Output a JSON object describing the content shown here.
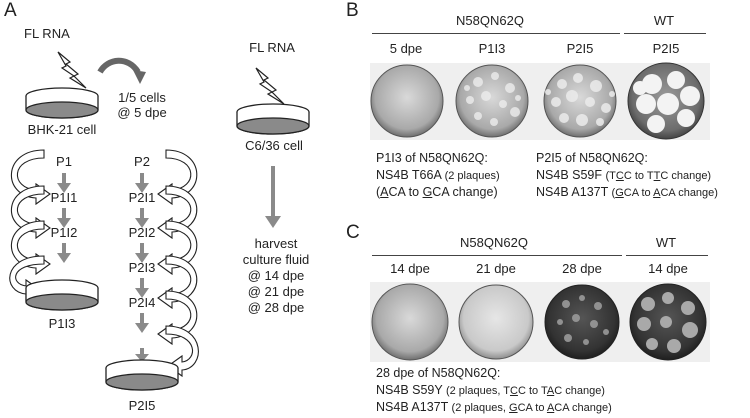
{
  "panels": {
    "a": "A",
    "b": "B",
    "c": "C"
  },
  "panelA": {
    "left_fl": "FL RNA",
    "right_fl": "FL RNA",
    "bhk_label": "BHK-21 cell",
    "transfer_line1": "1/5 cells",
    "transfer_line2": "@ 5 dpe",
    "col1": [
      "P1",
      "P1I1",
      "P1I2"
    ],
    "col1_bottom": "P1I3",
    "col2": [
      "P2",
      "P2I1",
      "P2I2",
      "P2I3",
      "P2I4"
    ],
    "col2_bottom": "P2I5",
    "c636_label": "C6/36 cell",
    "harvest": [
      "harvest",
      "culture fluid",
      "@ 14 dpe",
      "@ 21 dpe",
      "@ 28 dpe"
    ]
  },
  "panelB": {
    "group_mut": "N58QN62Q",
    "group_wt": "WT",
    "columns": [
      "5 dpe",
      "P1I3",
      "P2I5",
      "P2I5"
    ],
    "note_left": {
      "l1": "P1I3 of N58QN62Q:",
      "l2a": "NS4B T66A",
      "l2b": "(2 plaques)",
      "l3_pre": "(",
      "l3_u1": "A",
      "l3_mid": "CA to ",
      "l3_u2": "G",
      "l3_post": "CA change)"
    },
    "note_right": {
      "l1": "P2I5 of N58QN62Q:",
      "l2a": "NS4B S59F",
      "l2_pre": "(T",
      "l2_u1": "C",
      "l2_mid": "C to T",
      "l2_u2": "T",
      "l2_post": "C change)",
      "l3a": "NS4B A137T",
      "l3_pre": "(",
      "l3_u1": "G",
      "l3_mid": "CA to ",
      "l3_u2": "A",
      "l3_post": "CA change)"
    }
  },
  "panelC": {
    "group_mut": "N58QN62Q",
    "group_wt": "WT",
    "columns": [
      "14 dpe",
      "21 dpe",
      "28 dpe",
      "14 dpe"
    ],
    "note": {
      "l1": "28 dpe of N58QN62Q:",
      "l2a": "NS4B S59Y",
      "l2_pre": "(2 plaques, T",
      "l2_u1": "C",
      "l2_mid": "C to T",
      "l2_u2": "A",
      "l2_post": "C change)",
      "l3a": "NS4B A137T",
      "l3_pre": "(2 plaques, ",
      "l3_u1": "G",
      "l3_mid": "CA to ",
      "l3_u2": "A",
      "l3_post": "CA change)"
    }
  }
}
